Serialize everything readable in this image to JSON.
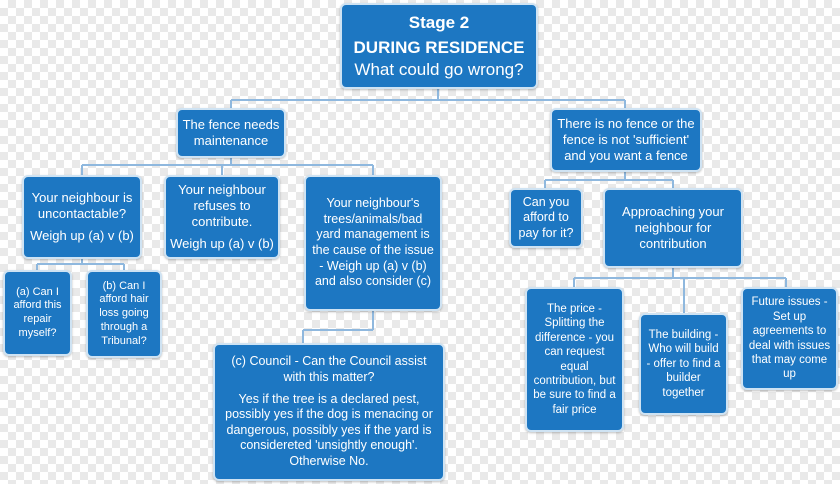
{
  "colors": {
    "box": "#1d77c2",
    "line": "#8fb8de",
    "text": "#ffffff"
  },
  "stage2": {
    "title": "Stage 2",
    "subtitle": "DURING RESIDENCE",
    "question": "What could go wrong?"
  },
  "fence_maintenance": {
    "text": "The fence needs maintenance"
  },
  "no_fence": {
    "text": "There is no fence or the fence is not 'sufficient' and you want a fence"
  },
  "uncontactable": {
    "text": "Your neighbour is uncontactable?",
    "weigh": "Weigh up  (a) v (b)"
  },
  "refuses": {
    "text": "Your neighbour refuses to contribute.",
    "weigh": "Weigh up (a) v (b)"
  },
  "neighbour_trees": {
    "text": "Your neighbour's trees/animals/bad yard management is the cause of the issue - Weigh up (a) v (b) and also consider (c)"
  },
  "option_a": {
    "text": "(a) Can I afford this repair myself?"
  },
  "option_b": {
    "text": "(b) Can I afford hair loss going through a Tribunal?"
  },
  "council": {
    "title": "(c) Council - Can the Council assist with this matter?",
    "body": "Yes if the tree is a declared pest, possibly yes if the dog is menacing or dangerous, possibly yes if the yard is considereted 'unsightly enough'. Otherwise No."
  },
  "afford": {
    "text": "Can you afford to pay for it?"
  },
  "approach": {
    "text": "Approaching your neighbour for contribution"
  },
  "price": {
    "text": "The price - Splitting the difference - you can request equal contribution, but be sure to find a fair price"
  },
  "building": {
    "text": "The building - Who will build - offer to find a builder together"
  },
  "future": {
    "text": "Future issues - Set up agreements to deal with issues that may come up"
  }
}
